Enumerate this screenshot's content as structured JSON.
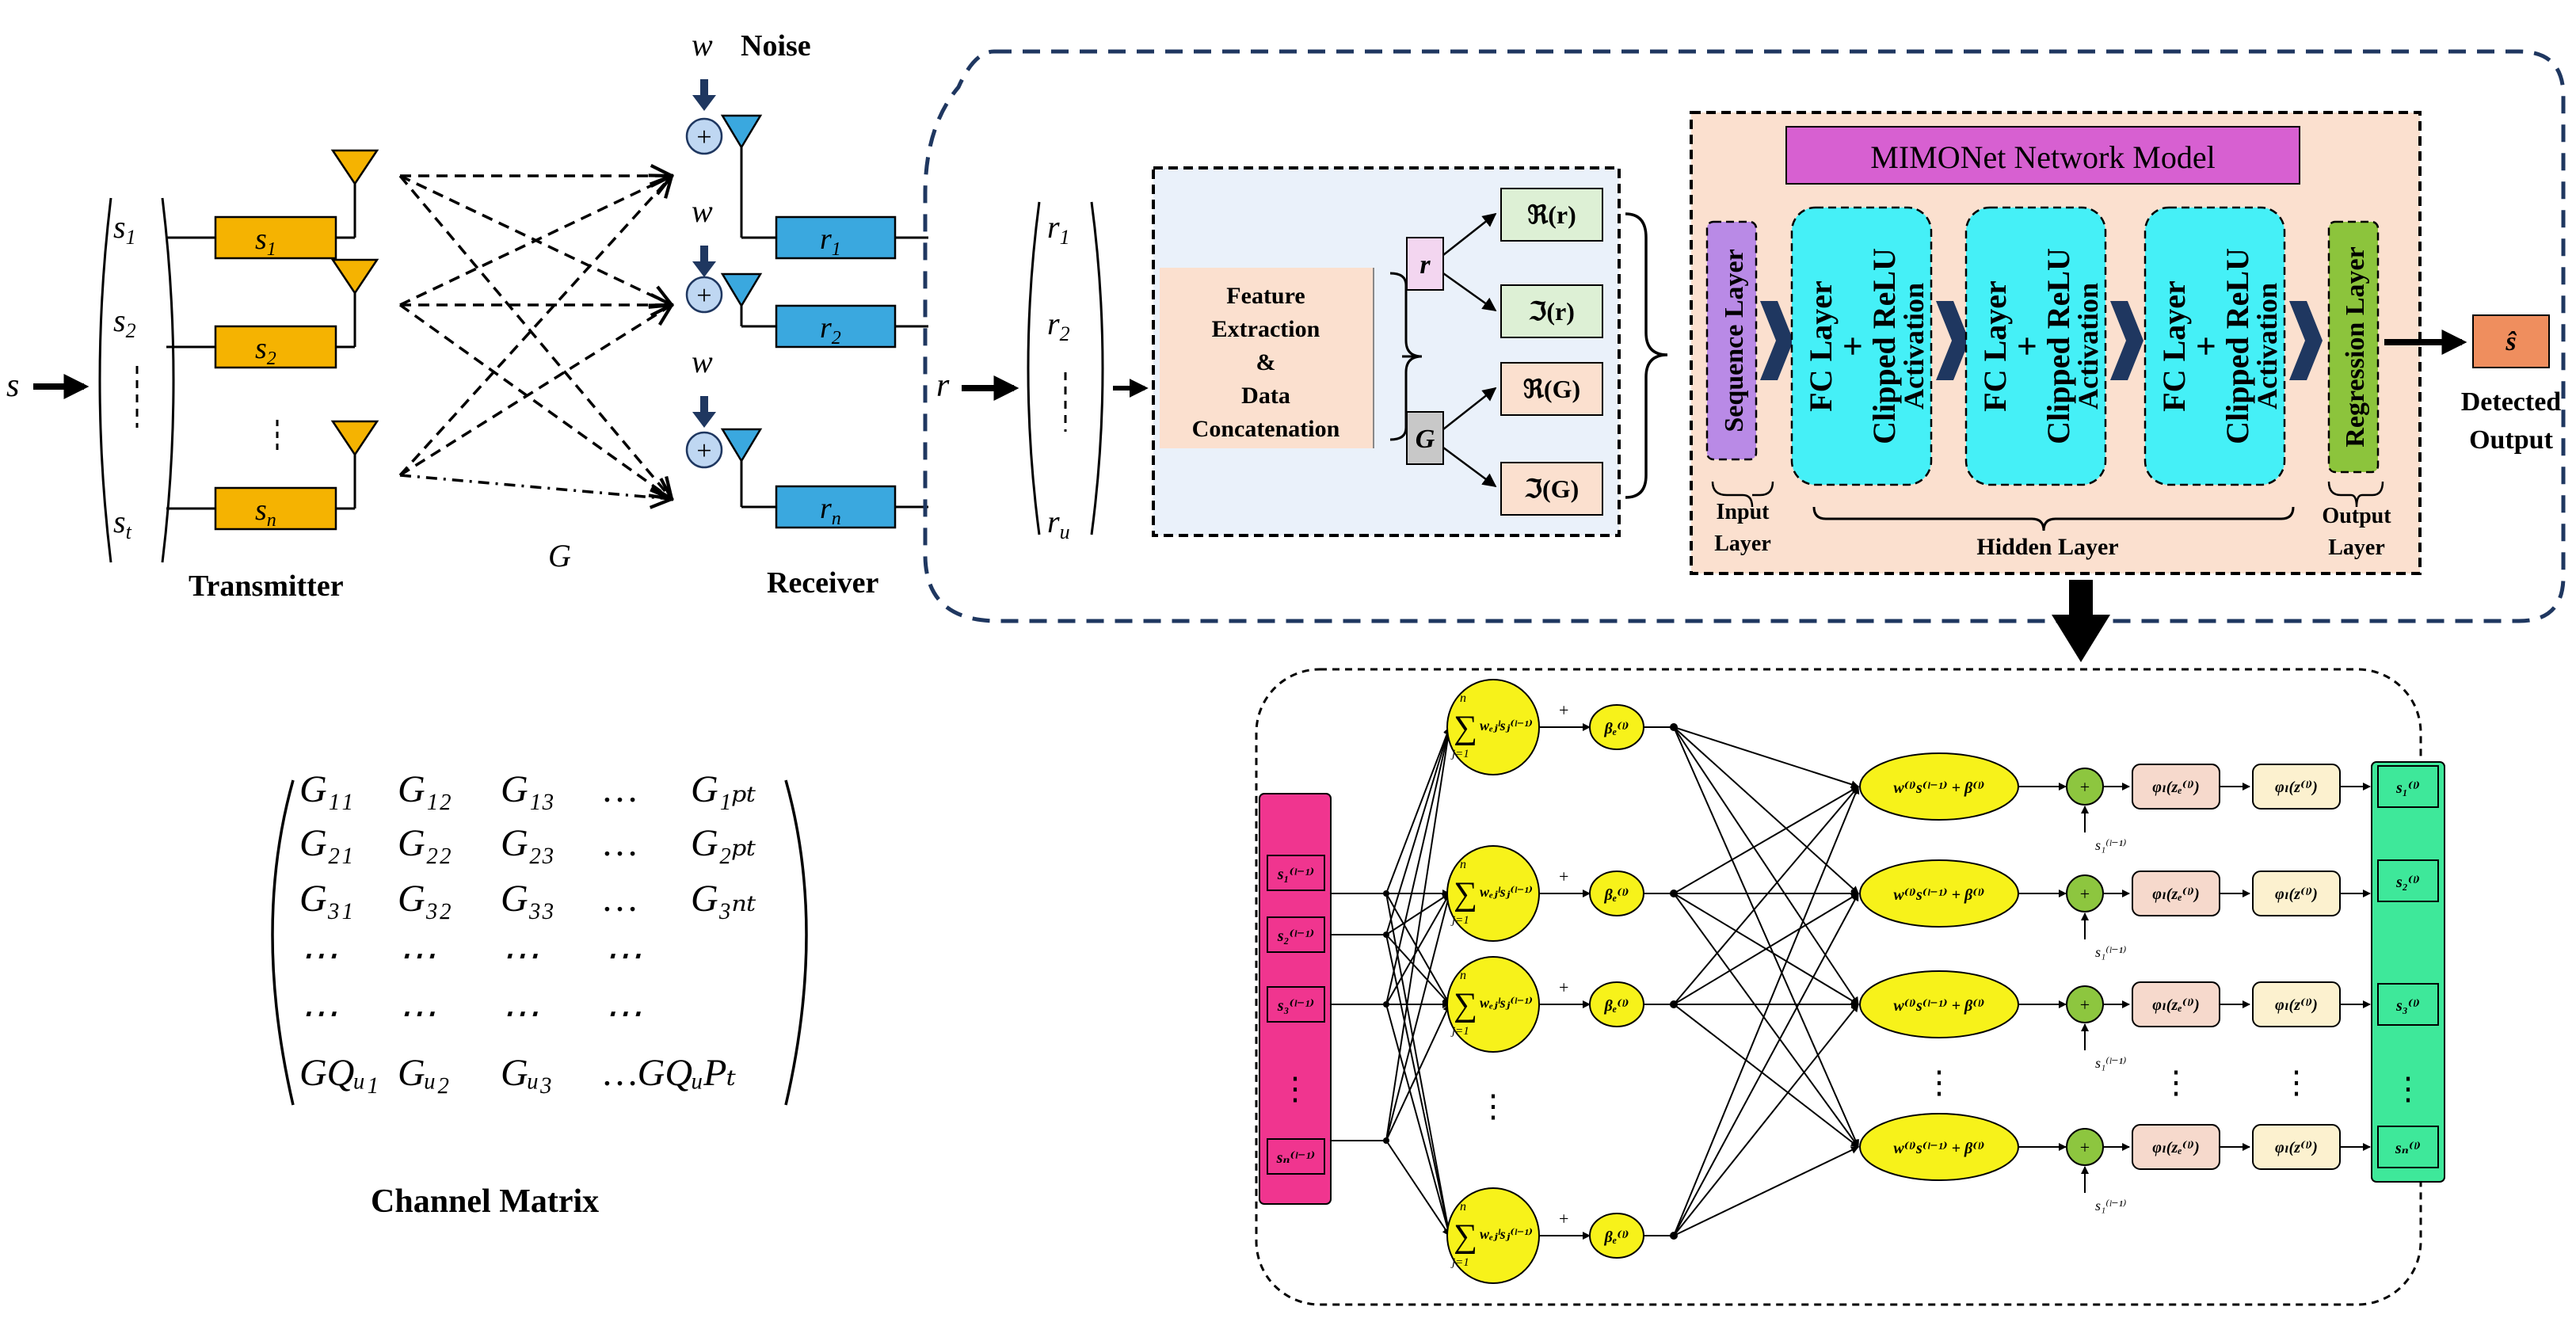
{
  "labels": {
    "s": "s",
    "r": "r",
    "G": "G",
    "w": "w",
    "noise": "Noise",
    "transmitter": "Transmitter",
    "receiver": "Receiver",
    "channel_matrix_title": "Channel Matrix",
    "detected_output": [
      "Detected",
      "Output"
    ],
    "s_hat": "ŝ"
  },
  "tx_vector": [
    "s",
    "s",
    "s"
  ],
  "tx_vector_subs": [
    "1",
    "2",
    "t"
  ],
  "tx_boxes": [
    "s",
    "s",
    "s"
  ],
  "tx_box_subs": [
    "1",
    "2",
    "n"
  ],
  "rx_boxes": [
    "r",
    "r",
    "r"
  ],
  "rx_box_subs": [
    "1",
    "2",
    "n"
  ],
  "r_vector": [
    "r",
    "r",
    "r"
  ],
  "r_vector_subs": [
    "1",
    "2",
    "u"
  ],
  "channel_matrix": [
    [
      "G₁₁",
      "G₁₂",
      "G₁₃",
      "…",
      "G₁ₚₜ"
    ],
    [
      "G₂₁",
      "G₂₂",
      "G₂₃",
      "…",
      "G₂ₚₜ"
    ],
    [
      "G₃₁",
      "G₃₂",
      "G₃₃",
      "…",
      "G₃ₙₜ"
    ],
    [
      "⋯",
      "⋯",
      "⋯",
      "⋯",
      ""
    ],
    [
      "⋯",
      "⋯",
      "⋯",
      "⋯",
      ""
    ],
    [
      "GQᵤ₁",
      "Gᵤ₂",
      "Gᵤ₃",
      "…GQᵤPₜ",
      ""
    ]
  ],
  "feature_block": {
    "text": [
      "Feature",
      "Extraction",
      "&",
      "Data",
      "Concatenation"
    ],
    "r_in": "r",
    "G_in": "G",
    "outputs": [
      "ℜ(r)",
      "ℑ(r)",
      "ℜ(G)",
      "ℑ(G)"
    ]
  },
  "mimonet": {
    "title": "MIMONet Network Model",
    "sequence_layer": "Sequence Layer",
    "fc_blocks": [
      [
        "FC Layer",
        "+",
        "Clipped ReLU",
        "Activation"
      ],
      [
        "FC Layer",
        "+",
        "Clipped ReLU",
        "Activation"
      ],
      [
        "FC Layer",
        "+",
        "Clipped ReLU",
        "Activation"
      ]
    ],
    "regression_layer": "Regression Layer",
    "input_layer": [
      "Input",
      "Layer"
    ],
    "hidden_layer": "Hidden Layer",
    "output_layer": [
      "Output",
      "Layer"
    ]
  },
  "detail": {
    "input_cells": [
      "s₁⁽ˡ⁻¹⁾",
      "s₂⁽ˡ⁻¹⁾",
      "s₃⁽ˡ⁻¹⁾",
      "⋮",
      "sₙ⁽ˡ⁻¹⁾"
    ],
    "sum_label": "∑ wₑⱼˡ sⱼ⁽ˡ⁻¹⁾",
    "sum_top": "n",
    "sum_bottom": "j=1",
    "beta_label": "βₑ⁽ˡ⁾",
    "plus": "+",
    "affine_label": "w⁽ˡ⁾s⁽ˡ⁻¹⁾ + β⁽ˡ⁾",
    "skip_label": "s₁⁽ˡ⁻¹⁾",
    "phi_ze": "φₗ(zₑ⁽ˡ⁾)",
    "phi_z": "φₗ(z⁽ˡ⁾)",
    "output_cells": [
      "s₁⁽ˡ⁾",
      "s₂⁽ˡ⁾",
      "s₃⁽ˡ⁾",
      "⋮",
      "sₙ⁽ˡ⁾"
    ],
    "ellipsis": "⋮"
  },
  "colors": {
    "tx_box": "#F5B301",
    "antenna": "#F5B301",
    "rx_box": "#3AA8DF",
    "rx_antenna": "#3AA8DF",
    "noise_circle": "#BFD7F2",
    "feature_bg": "#EAF1FA",
    "feature_text_bg": "#FBE0CF",
    "r_box": "#F3D6F0",
    "G_box": "#C8C8C8",
    "re_r_box": "#DDF0D5",
    "im_r_box": "#DDF0D5",
    "re_G_box": "#FBE0CF",
    "im_G_box": "#FBE0CF",
    "mimonet_bg": "#FBE0CF",
    "mimonet_title_bg": "#D760D1",
    "sequence_layer": "#B98AE6",
    "fc_block": "#45F0F7",
    "regression_layer": "#8CC43C",
    "output_box": "#EF8E5E",
    "dark_blue": "#1F3760",
    "input_bar": "#F0358F",
    "yellow_node": "#F7F21A",
    "green_node": "#8DC63F",
    "phi_box1": "#F6D9CC",
    "phi_box2": "#FCF1CF",
    "output_bar": "#3EE89A"
  }
}
